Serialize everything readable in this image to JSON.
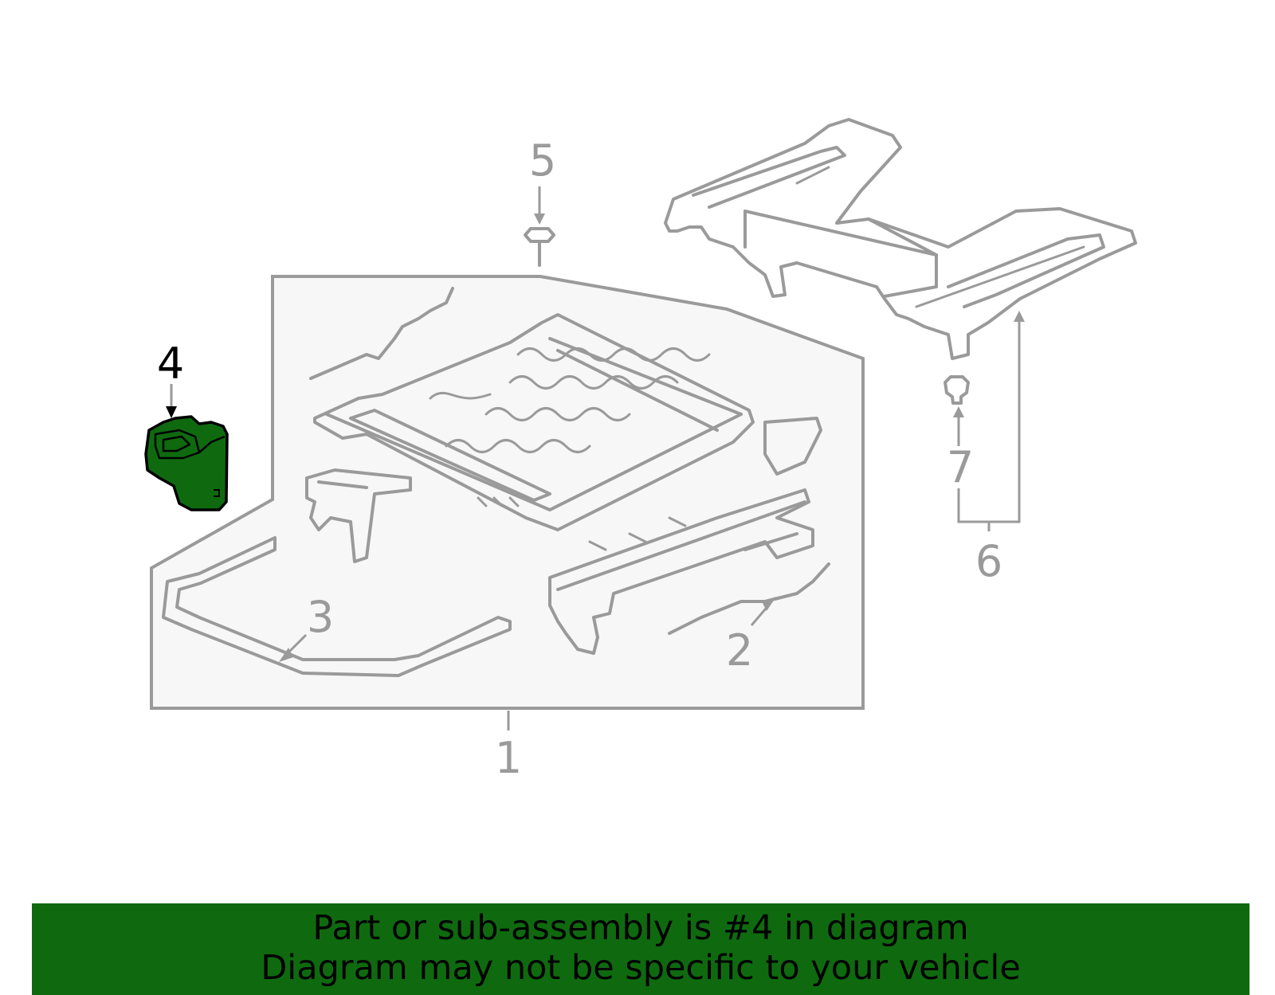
{
  "callouts": [
    "1",
    "2",
    "3",
    "4",
    "5",
    "6",
    "7"
  ],
  "highlighted_part": "4",
  "colors": {
    "highlight": "#0f6a0f",
    "line": "#9a9a9a",
    "panel": "#f7f7f7"
  },
  "banner": {
    "line1": "Part or sub-assembly is #4 in diagram",
    "line2": "Diagram may not be specific to your vehicle"
  }
}
